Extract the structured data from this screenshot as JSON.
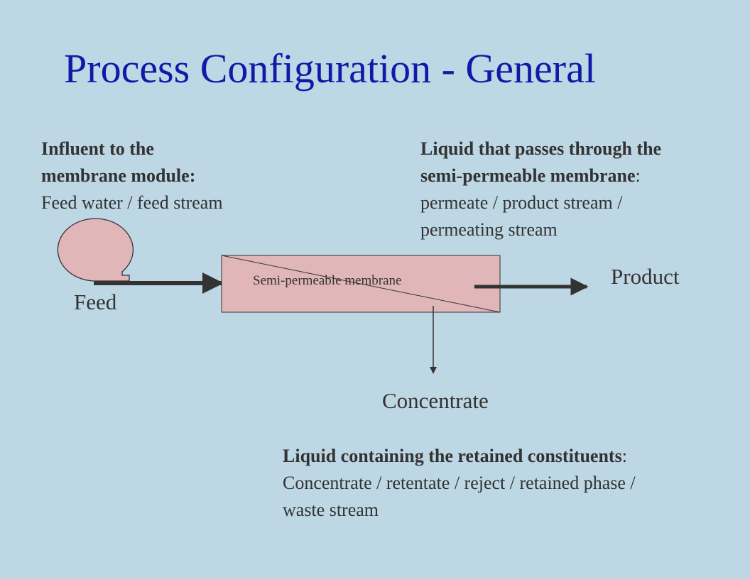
{
  "title": "Process Configuration - General",
  "influent": {
    "heading_line1": "Influent to the",
    "heading_line2": "membrane module:",
    "description": "Feed water / feed stream"
  },
  "permeate": {
    "heading_line1": "Liquid that passes through the",
    "heading_line2": "semi-permeable membrane",
    "heading_suffix": ":",
    "description_line1": "permeate / product stream /",
    "description_line2": "permeating stream"
  },
  "concentrate_note": {
    "heading": "Liquid containing the retained constituents",
    "heading_suffix": ":",
    "description_line1": "Concentrate / retentate / reject / retained phase /",
    "description_line2": "waste stream"
  },
  "diagram": {
    "membrane_label": "Semi-permeable membrane",
    "feed_label": "Feed",
    "product_label": "Product",
    "concentrate_label": "Concentrate",
    "colors": {
      "background": "#bdd7e4",
      "module_fill": "#e1b6b8",
      "tank_fill": "#e1b6b8",
      "arrow": "#333333",
      "title": "#0f1ba8"
    }
  }
}
